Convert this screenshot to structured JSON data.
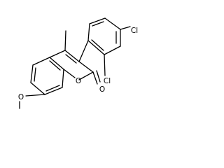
{
  "molecule": {
    "atoms": {
      "ring_oxygen": "O",
      "carbonyl_oxygen": "O",
      "methoxy_oxygen": "O",
      "chlorine_ortho": "Cl",
      "chlorine_para": "Cl"
    }
  }
}
